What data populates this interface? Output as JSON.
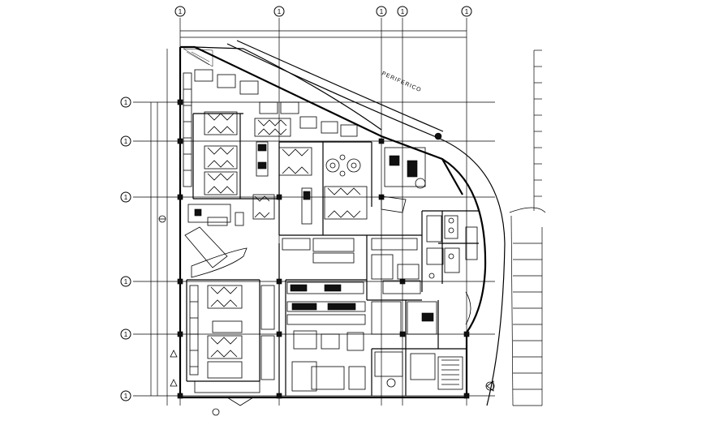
{
  "drawing": {
    "label_street": "PERIFERICO"
  },
  "grid": {
    "columns": [
      "1",
      "1",
      "1",
      "1"
    ],
    "rows": [
      "1",
      "1",
      "1",
      "1",
      "1",
      "1"
    ]
  }
}
